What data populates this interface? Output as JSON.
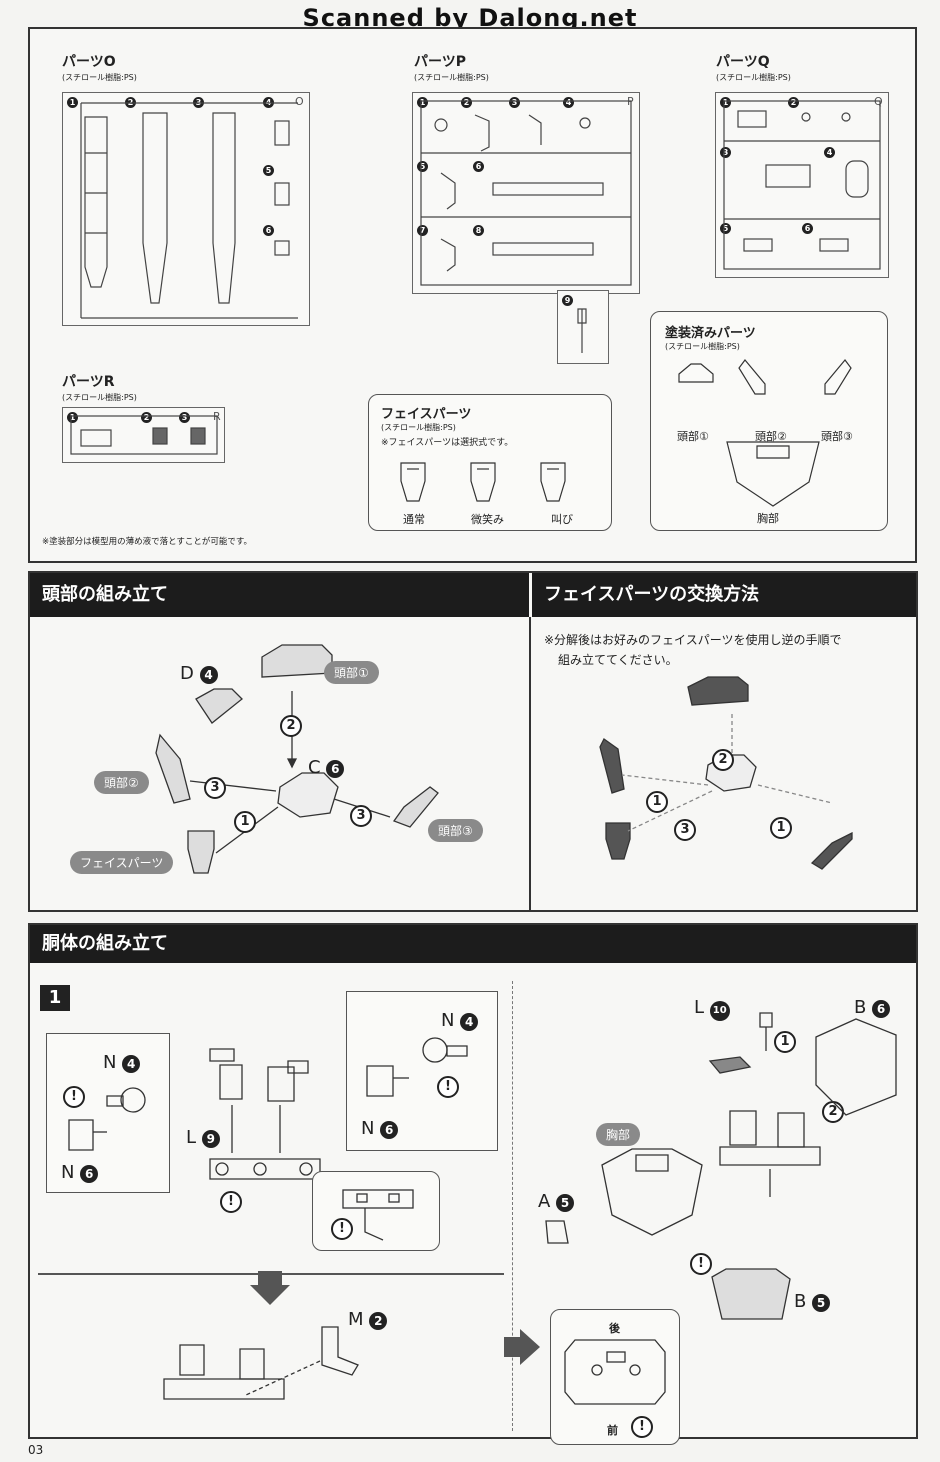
{
  "header": {
    "scan_credit": "Scanned by Dalong.net"
  },
  "parts": {
    "o": {
      "title": "パーツO",
      "material": "(スチロール樹脂:PS)",
      "corner": "O",
      "nums": [
        "1",
        "2",
        "3",
        "4",
        "5",
        "6"
      ]
    },
    "p": {
      "title": "パーツP",
      "material": "(スチロール樹脂:PS)",
      "corner": "P",
      "nums": [
        "1",
        "2",
        "3",
        "4",
        "5",
        "6",
        "7",
        "8",
        "9"
      ]
    },
    "q": {
      "title": "パーツQ",
      "material": "(スチロール樹脂:PS)",
      "corner": "Q",
      "nums": [
        "1",
        "2",
        "3",
        "4",
        "5",
        "6"
      ]
    },
    "r": {
      "title": "パーツR",
      "material": "(スチロール樹脂:PS)",
      "corner": "R",
      "nums": [
        "1",
        "2",
        "3"
      ]
    },
    "painted": {
      "title": "塗装済みパーツ",
      "material": "(スチロール樹脂:PS)",
      "items": [
        "頭部①",
        "頭部②",
        "頭部③",
        "胸部"
      ]
    },
    "face": {
      "title": "フェイスパーツ",
      "material": "(スチロール樹脂:PS)",
      "note": "※フェイスパーツは選択式です。",
      "items": [
        "通常",
        "微笑み",
        "叫び"
      ]
    },
    "paint_note": "※塗装部分は模型用の薄め液で落とすことが可能です。"
  },
  "head_assembly": {
    "title": "頭部の組み立て",
    "labels": {
      "d4": "D",
      "head1": "頭部①",
      "head2": "頭部②",
      "head3": "頭部③",
      "c6": "C",
      "face": "フェイスパーツ"
    },
    "steps": [
      "1",
      "2",
      "3",
      "3"
    ],
    "nums": {
      "d": "4",
      "c": "6"
    }
  },
  "face_exchange": {
    "title": "フェイスパーツの交換方法",
    "note_line1": "※分解後はお好みのフェイスパーツを使用し逆の手順で",
    "note_line2": "組み立ててください。",
    "steps": [
      "1",
      "2",
      "3",
      "1"
    ]
  },
  "torso_assembly": {
    "title": "胴体の組み立て",
    "step_number": "1",
    "labels": {
      "n4a": "N",
      "n6a": "N",
      "l9": "L",
      "n4b": "N",
      "n6b": "N",
      "m2": "M",
      "l10": "L",
      "b6": "B",
      "chest": "胸部",
      "a5": "A",
      "b5": "B",
      "back": "後",
      "front": "前"
    },
    "nums": {
      "n4": "4",
      "n6": "6",
      "l9": "9",
      "m2": "2",
      "l10": "10",
      "b6": "6",
      "a5": "5",
      "b5": "5"
    },
    "steps": [
      "1",
      "2"
    ],
    "exclaim": "!"
  },
  "footer": {
    "page": "03"
  }
}
